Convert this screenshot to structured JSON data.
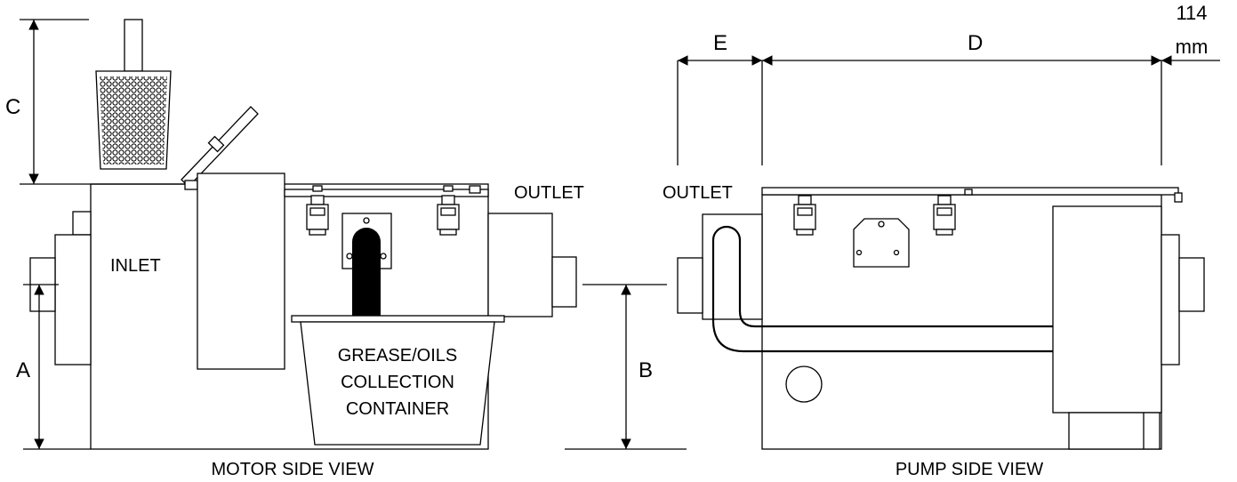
{
  "labels": {
    "A": "A",
    "B": "B",
    "C": "C",
    "D": "D",
    "E": "E",
    "mm_value": "114",
    "mm_unit": "mm",
    "inlet": "INLET",
    "outlet_left": "OUTLET",
    "outlet_right": "OUTLET",
    "container_line1": "GREASE/OILS",
    "container_line2": "COLLECTION",
    "container_line3": "CONTAINER",
    "motor_caption": "MOTOR SIDE VIEW",
    "pump_caption": "PUMP SIDE VIEW"
  }
}
